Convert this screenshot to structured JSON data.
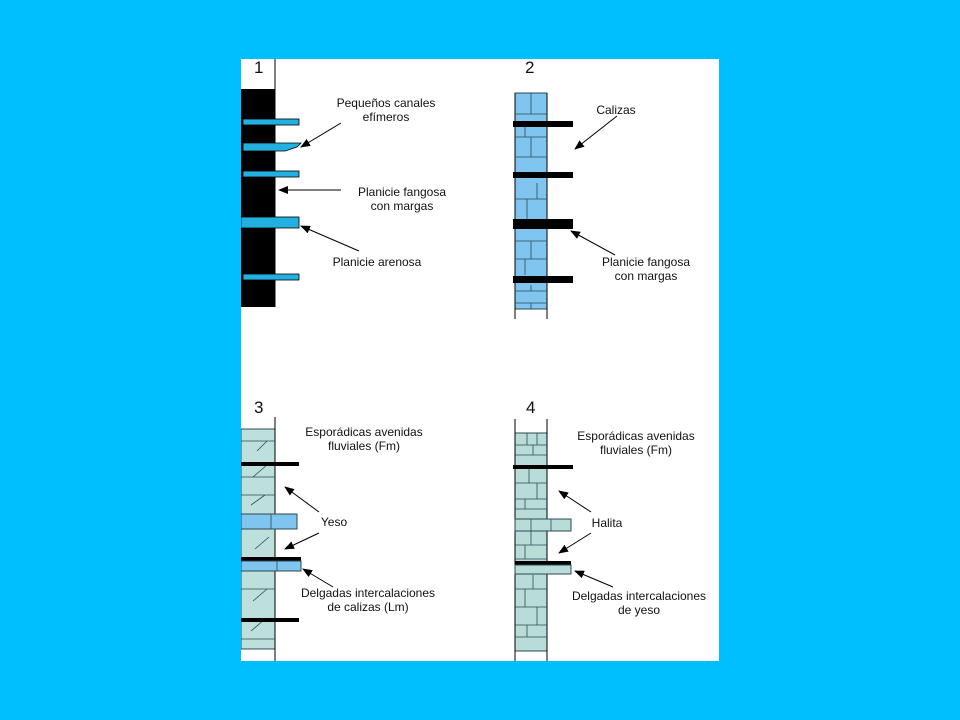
{
  "colors": {
    "background": "#00bfff",
    "panel": "#ffffff",
    "mud": "#000000",
    "sand": "#22b0e0",
    "limestone_blue": "#80c4f0",
    "gypsum_green": "#bde0dc",
    "halite_green": "#b8dcd8",
    "outline": "#2c4a52"
  },
  "columns": [
    {
      "number": "1",
      "labels": {
        "channels": [
          "Pequeños canales",
          "efímeros"
        ],
        "mudflat": [
          "Planicie fangosa",
          "con margas"
        ],
        "sandflat": [
          "Planicie arenosa"
        ]
      }
    },
    {
      "number": "2",
      "labels": {
        "limestones": [
          "Calizas"
        ],
        "mudflat": [
          "Planicie fangosa",
          "con margas"
        ]
      }
    },
    {
      "number": "3",
      "labels": {
        "floods": [
          "Esporádicas avenidas",
          "fluviales (Fm)"
        ],
        "gypsum": [
          "Yeso"
        ],
        "intercalations": [
          "Delgadas intercalaciones",
          "de calizas (Lm)"
        ]
      }
    },
    {
      "number": "4",
      "labels": {
        "floods": [
          "Esporádicas avenidas",
          "fluviales (Fm)"
        ],
        "halite": [
          "Halita"
        ],
        "intercalations": [
          "Delgadas intercalaciones",
          "de yeso"
        ]
      }
    }
  ]
}
